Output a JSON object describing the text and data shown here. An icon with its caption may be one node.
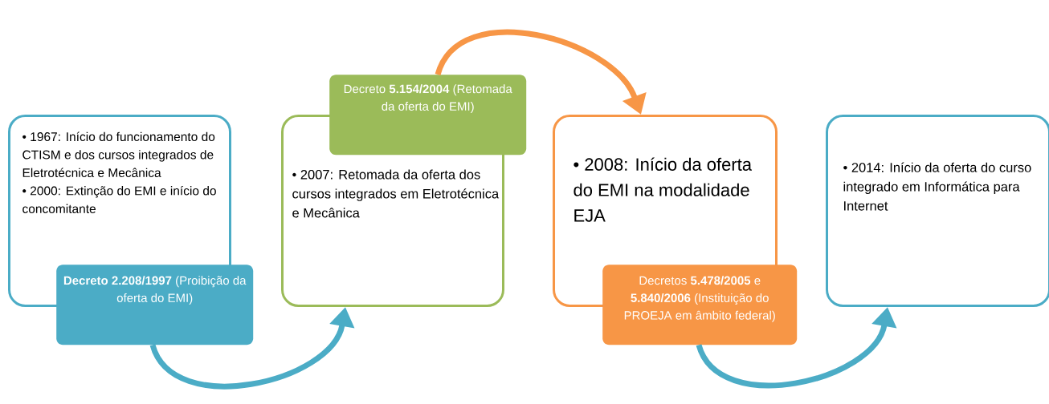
{
  "diagram": {
    "nodes": [
      {
        "text": [
          "• 1967: Início do funcionamento do CTISM e dos cursos integrados de Eletrotécnica e Mecânica",
          "• 2000: Extinção do EMI e início do concomitante"
        ]
      },
      {
        "text": [
          "**Decreto 2.208/1997** (Proibição da oferta do EMI)"
        ]
      },
      {
        "text": [
          "• 2007: Retomada da oferta dos cursos integrados em Eletrotécnica e Mecânica"
        ]
      },
      {
        "text": [
          "Decreto **5.154/2004** (Retomada da oferta do EMI)"
        ]
      },
      {
        "text": [
          "• 2008: Início da oferta do EMI na modalidade EJA"
        ]
      },
      {
        "text": [
          "Decretos **5.478/2005** e **5.840/2006** (Instituição do PROEJA em âmbito federal)"
        ]
      },
      {
        "text": [
          "• 2014: Início da oferta do curso integrado em Informática para Internet"
        ]
      }
    ],
    "edges": [
      {
        "from": 1,
        "to": 2,
        "arrow": "to"
      },
      {
        "from": 3,
        "to": 4,
        "arrow": "to",
        "color": "#f79646"
      },
      {
        "from": 5,
        "to": 6,
        "arrow": "to"
      }
    ]
  }
}
